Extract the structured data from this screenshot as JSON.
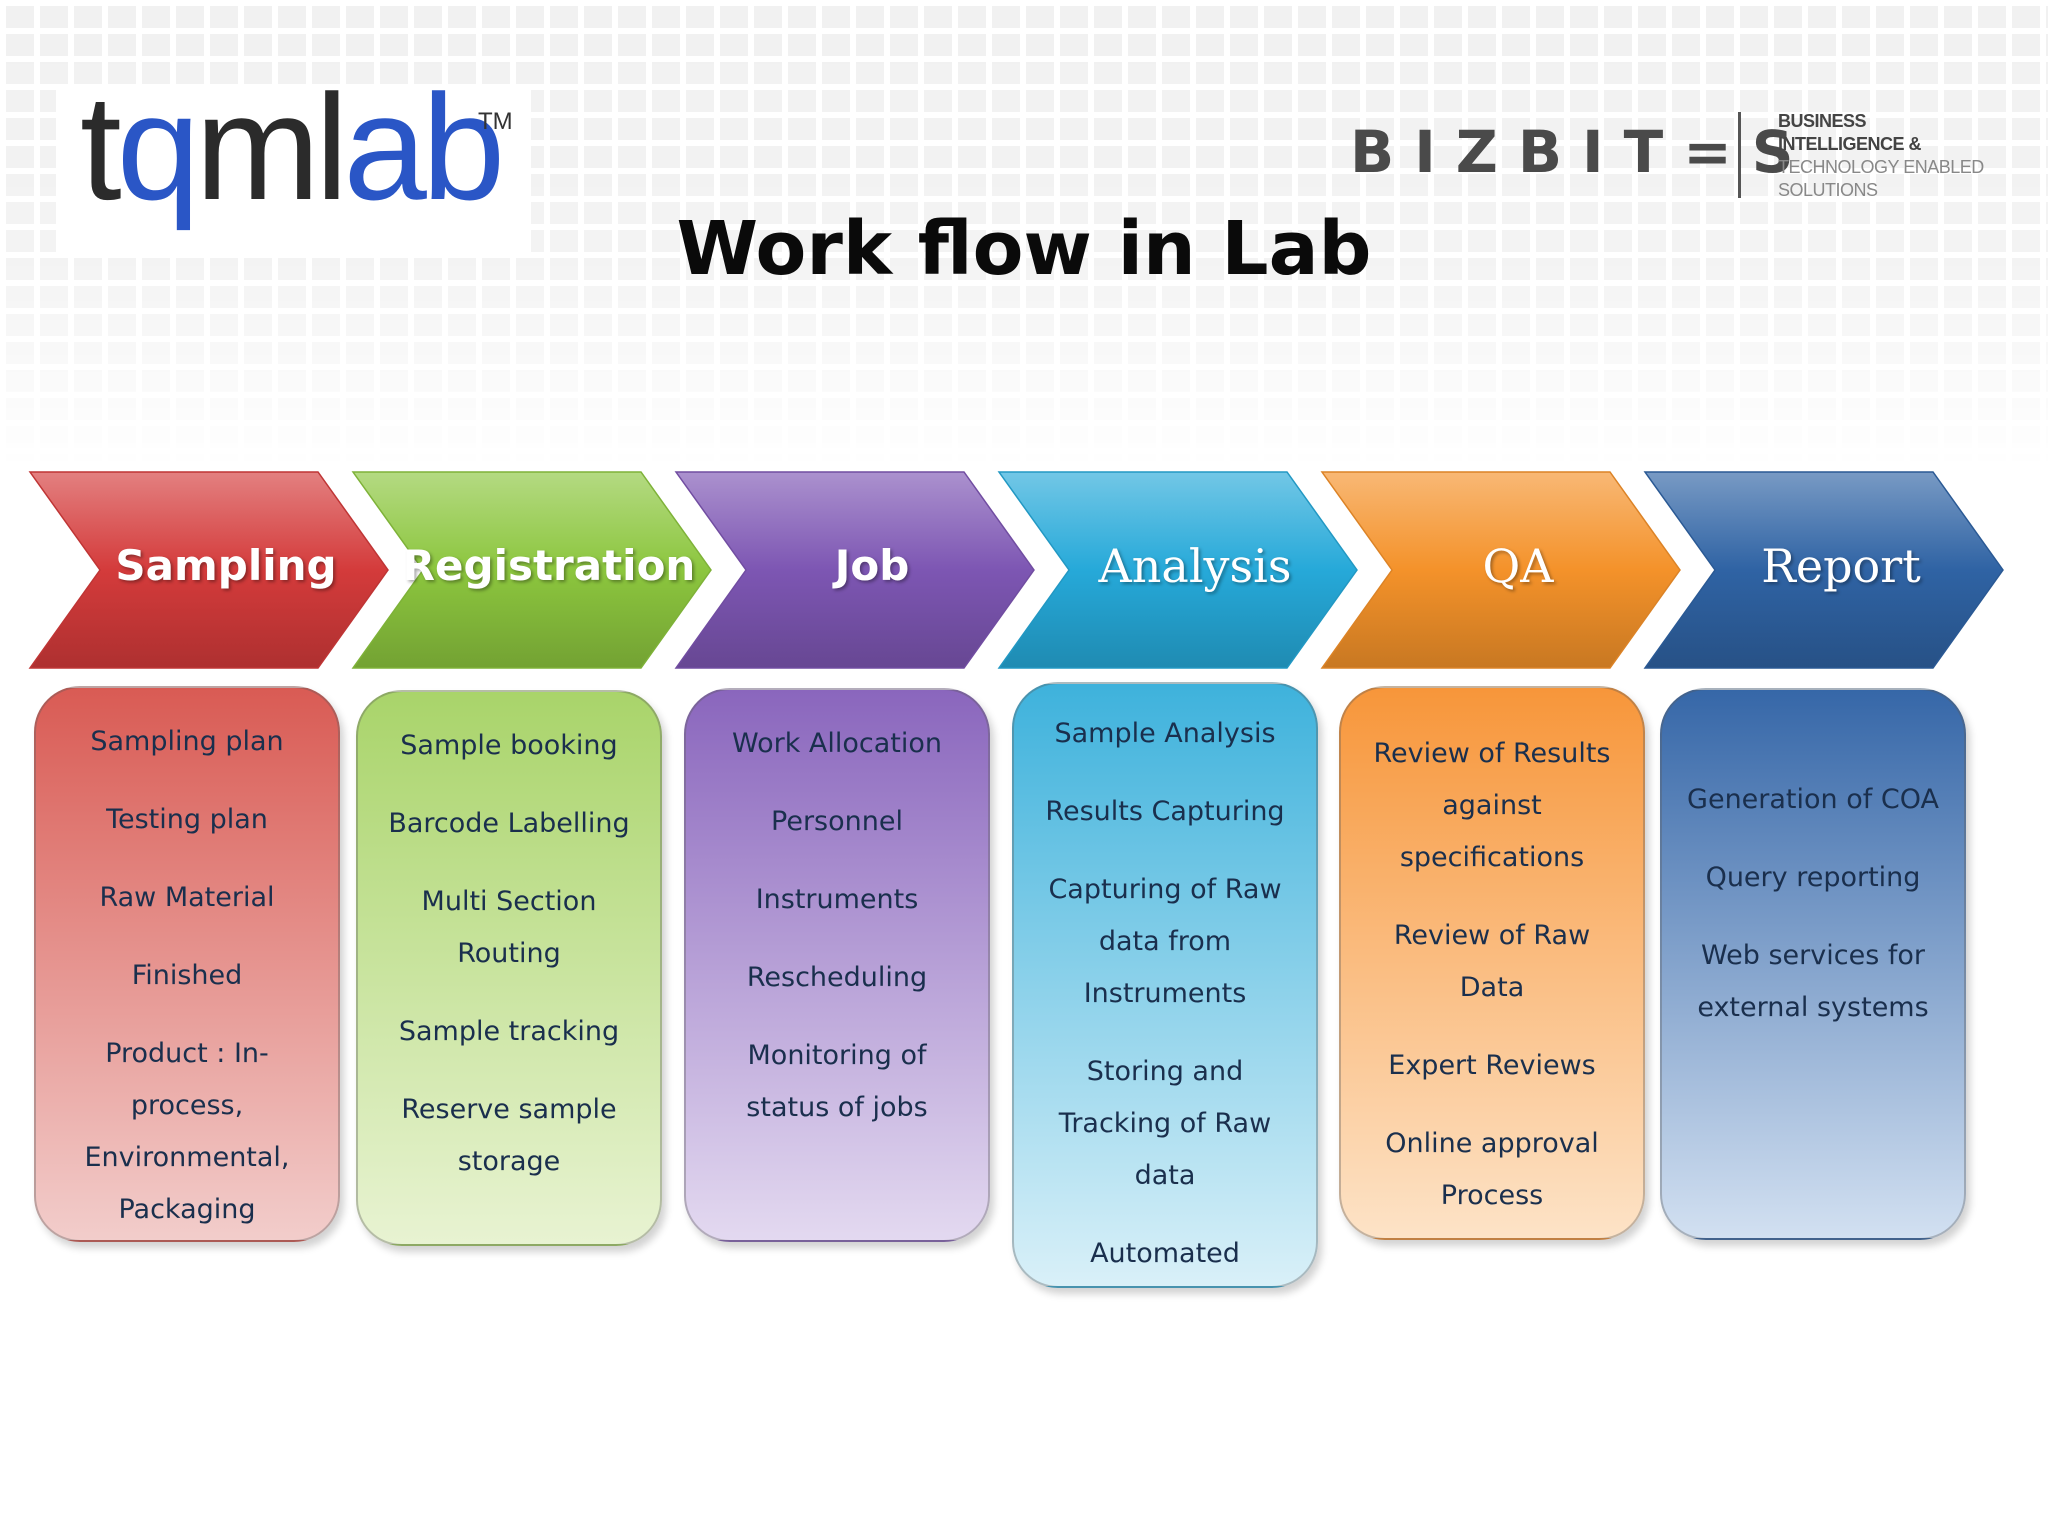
{
  "header": {
    "logo_left": {
      "t": "t",
      "q": "q",
      "m": "m",
      "l": "l",
      "ab": "ab",
      "tm": "TM"
    },
    "logo_right": {
      "name": "BIZBIT=S",
      "tag_lines": [
        "BUSINESS",
        "INTELLIGENCE &",
        "TECHNOLOGY ENABLED",
        "SOLUTIONS"
      ]
    },
    "title": "Work flow in Lab"
  },
  "stages": [
    {
      "label": "Sampling",
      "color": "#d43b3b",
      "items": [
        "Sampling plan",
        "Testing plan",
        "Raw Material",
        "Finished",
        "Product : In-process, Environmental, Packaging"
      ]
    },
    {
      "label": "Registration",
      "color": "#8cc63e",
      "items": [
        "Sample booking",
        "Barcode Labelling",
        "Multi Section Routing",
        "Sample tracking",
        "Reserve sample storage"
      ]
    },
    {
      "label": "Job",
      "color": "#7d56b3",
      "items": [
        "Work Allocation",
        "Personnel",
        "Instruments",
        "Rescheduling",
        "Monitoring of status of jobs"
      ]
    },
    {
      "label": "Analysis",
      "color": "#26a9d9",
      "items": [
        "Sample Analysis",
        "Results Capturing",
        "Capturing of Raw data from Instruments",
        "Storing and Tracking of Raw data",
        "Automated Calculations"
      ]
    },
    {
      "label": "QA",
      "color": "#f4922a",
      "items": [
        "Review of Results against specifications",
        "Review of Raw Data",
        "Expert Reviews",
        "Online approval Process"
      ]
    },
    {
      "label": "Report",
      "color": "#2f63a4",
      "items": [
        "Generation of COA",
        "Query reporting",
        "Web services for external systems"
      ]
    }
  ]
}
